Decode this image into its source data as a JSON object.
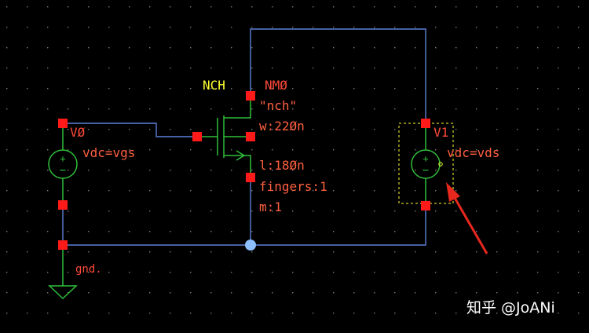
{
  "schematic": {
    "colors": {
      "background": "#000000",
      "wire": "#5d80d8",
      "device": "#2fbf3a",
      "pin": "#ff1a1a",
      "instance_label": "#ff4a3a",
      "param_text": "#ff6040",
      "cell_label": "#ffff33",
      "selection": "#ffff33",
      "junction": "#8ec0ff",
      "arrow": "#e8281e",
      "watermark": "#ffffff"
    },
    "transistor": {
      "cell_name": "NCH",
      "instance_name": "NMØ",
      "model": "\"nch\"",
      "width": "w:22Øn",
      "length": "l:18Øn",
      "fingers": "fingers:1",
      "multiplier": "m:1"
    },
    "source_v0": {
      "instance_name": "VØ",
      "param": "vdc=vgs"
    },
    "source_v1": {
      "instance_name": "V1",
      "param": "vdc=vds",
      "selected": true
    },
    "ground": {
      "label": "gnd."
    },
    "watermark": "知乎 @JoANi"
  }
}
